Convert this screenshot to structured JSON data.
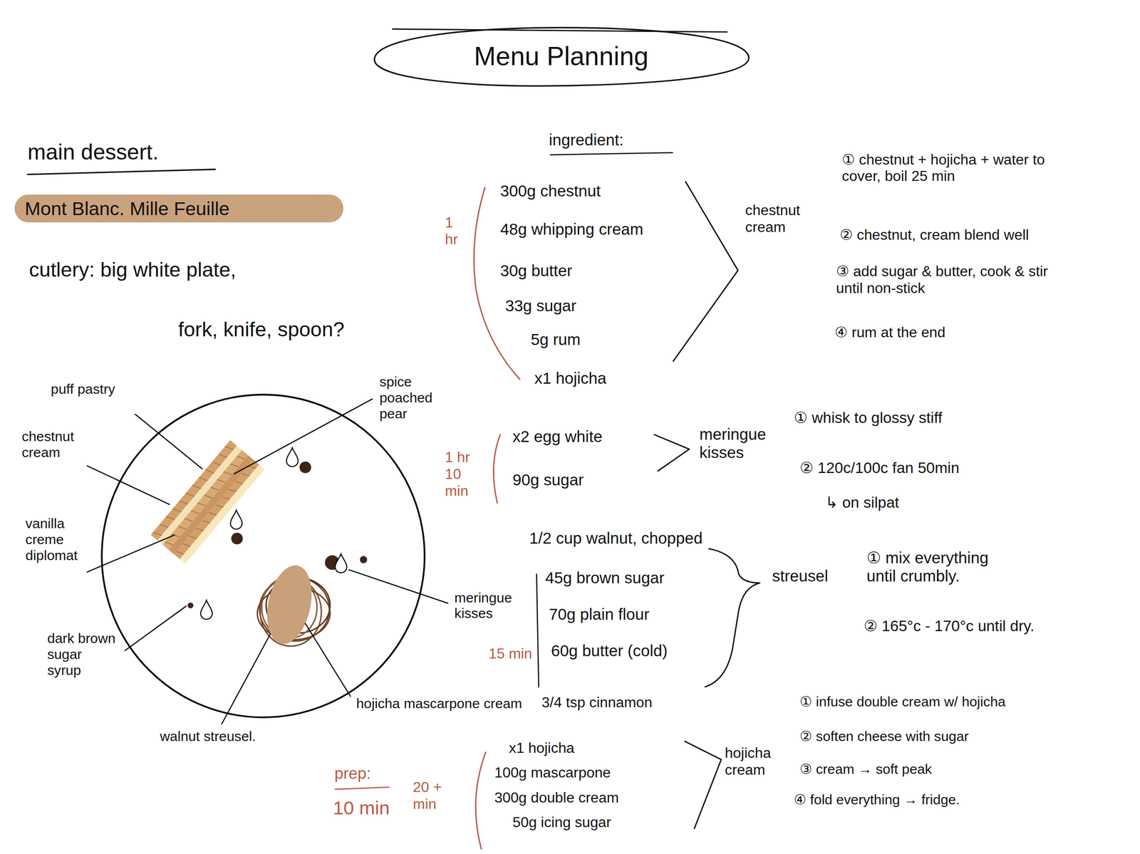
{
  "diagram": {
    "title": "Menu Planning",
    "nodes": [
      {
        "text": [
          "Mont Blanc. Mille Feuille"
        ]
      }
    ],
    "labels": [
      "main dessert.",
      "cutlery: big white plate,",
      "fork, knife, spoon?",
      "ingredient:",
      "1 hr",
      "300g chestnut",
      "48g whipping cream",
      "30g butter",
      "33g sugar",
      "5g rum",
      "x1 hojicha",
      "chestnut cream",
      "① chestnut + hojicha + water to cover, boil 25 min",
      "② chestnut, cream blend well",
      "③ add sugar & butter, cook & stir until non-stick",
      "④ rum at the end",
      "1 hr 10 min",
      "x2 egg white",
      "90g sugar",
      "meringue kisses",
      "① whisk to glossy stiff",
      "② 120c/100c fan 50min",
      "↳ on silpat",
      "1/2 cup walnut, chopped",
      "45g brown sugar",
      "70g plain flour",
      "60g butter (cold)",
      "3/4 tsp cinnamon",
      "15 min",
      "streusel",
      "① mix everything until crumbly.",
      "② 165°c - 170°c until dry.",
      "prep:",
      "10 min",
      "20 + min",
      "x1 hojicha",
      "100g mascarpone",
      "300g double cream",
      "50g icing sugar",
      "hojicha cream",
      "① infuse double cream w/ hojicha",
      "② soften cheese with sugar",
      "③ cream → soft peak",
      "④ fold everything → fridge.",
      "puff pastry",
      "spice poached pear",
      "chestnut cream",
      "vanilla creme diplomat",
      "meringue kisses",
      "dark brown sugar syrup",
      "hojicha mascarpone cream",
      "walnut streusel."
    ]
  }
}
